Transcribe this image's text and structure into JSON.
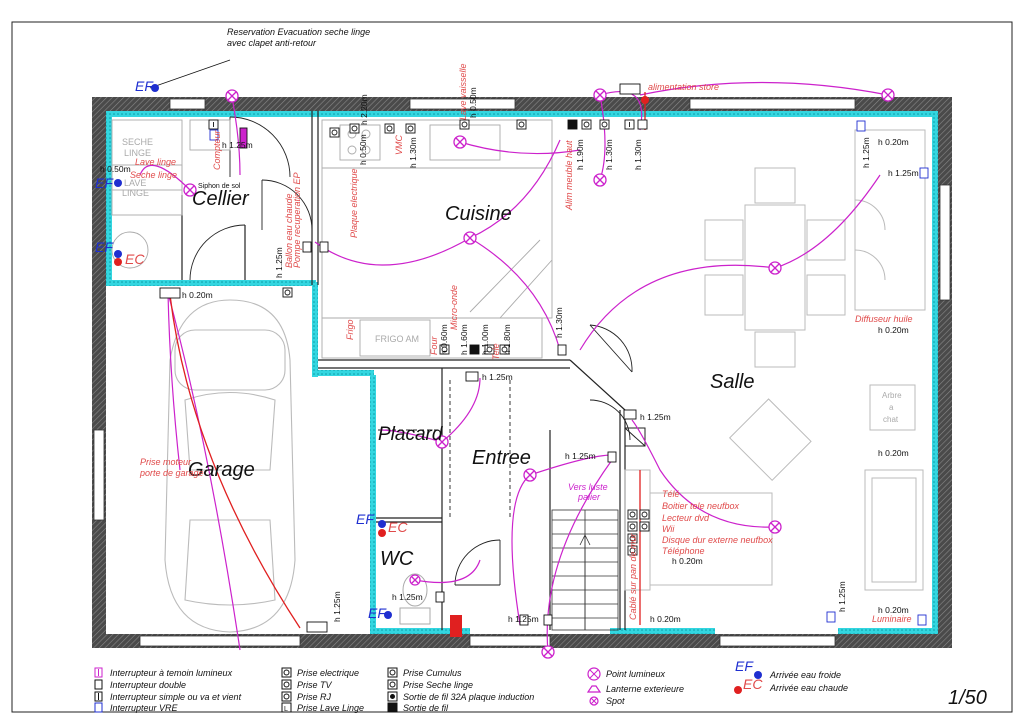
{
  "title_note": {
    "line1": "Reservation Evacuation seche linge",
    "line2": "avec clapet anti-retour"
  },
  "rooms": {
    "cellier": "Cellier",
    "cuisine": "Cuisine",
    "salle": "Salle",
    "placard": "Placard",
    "entree": "Entree",
    "garage": "Garage",
    "wc": "WC"
  },
  "water_labels": {
    "ef": "EF",
    "ec": "EC"
  },
  "fixtures": {
    "seche_linge": "SECHE",
    "seche_linge2": "LINGE",
    "lave_linge_a": "LAVE",
    "lave_linge_b": "LINGE",
    "frigo_am": "FRIGO AM",
    "arbre_chat1": "Arbre",
    "arbre_chat2": "a",
    "arbre_chat3": "chat"
  },
  "heights": {
    "h050": "h 0.50m",
    "h125": "h 1.25m",
    "h130": "h 1.30m",
    "h190": "h 1.90m",
    "h020": "h 0.20m",
    "h060": "h 0.60m",
    "h100": "h 1.00m",
    "h160": "h 1.60m",
    "h180": "h 1.80m",
    "h220": "h 2.20m"
  },
  "annotations": {
    "lave_linge": "Lave linge",
    "seche_linge": "Seche linge",
    "siphon": "Siphon de sol",
    "alimentation_store": "alimentation store",
    "lave_vaisselle": "Lave vaisselle",
    "plaque": "Plaque electrique",
    "vmc": "VMC",
    "alim_meuble": "Alim meuble haut",
    "diffuseur": "Diffuseur huile",
    "ballon": "Ballon eau chaude",
    "pompe": "Pompe recuperation EP",
    "frigo": "Frigo",
    "micro_onde": "Micro-onde",
    "four": "Four",
    "telephone_r": "Tele",
    "prise_moteur": "Prise moteur",
    "porte_garage": "porte de garage",
    "vers_luste1": "Vers luste",
    "vers_luste2": "palier",
    "tele": "Télé",
    "boitier": "Boitier tele neufbox",
    "lecteur": "Lecteur dvd",
    "wii": "Wii",
    "disque": "Disque dur externe neufbox",
    "telephone": "Téléphone",
    "luminaire": "Luminaire",
    "cable_mur": "Cablé sur pan de mur",
    "compteur": "Compteur"
  },
  "legend": {
    "col1": [
      "Interrupteur à temoin lumineux",
      "Interrupteur double",
      "Interrupteur simple ou va et vient",
      "Interrupteur VRE"
    ],
    "col2": [
      "Prise electrique",
      "Prise TV",
      "Prise RJ",
      "Prise Lave Linge"
    ],
    "col3": [
      "Prise Cumulus",
      "Prise Seche linge",
      "Sortie de fil 32A plaque induction",
      "Sortie de fil"
    ],
    "col4": [
      "Point lumineux",
      "Lanterne exterieure",
      "Spot"
    ],
    "col5": [
      "Arrivée eau froide",
      "Arrivée eau chaude"
    ]
  },
  "page_number": "1/50",
  "colors": {
    "wall_fill": "#5a5a5a",
    "insulation": "#33d6e0",
    "electric": "#cc22cc",
    "label_red": "#e04a4a",
    "water_cold": "#1f2fd0",
    "water_hot": "#e02020"
  }
}
